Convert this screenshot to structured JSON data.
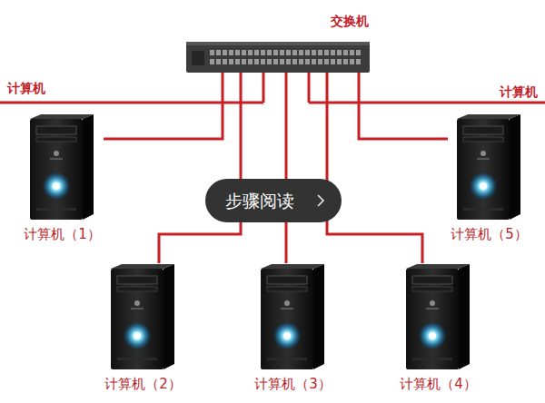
{
  "diagram": {
    "nodes": [
      {
        "text": [
          "交换机"
        ]
      },
      {
        "text": [
          "计算机（1）"
        ]
      },
      {
        "text": [
          "计算机（2）"
        ]
      },
      {
        "text": [
          "计算机（3）"
        ]
      },
      {
        "text": [
          "计算机（4）"
        ]
      },
      {
        "text": [
          "计算机（5）"
        ]
      },
      {
        "text": [
          "步骤阅读"
        ]
      }
    ],
    "edges": [
      {
        "from": 0,
        "to": 1,
        "arrow": "none"
      },
      {
        "from": 0,
        "to": 2,
        "arrow": "none"
      },
      {
        "from": 0,
        "to": 3,
        "arrow": "none"
      },
      {
        "from": 0,
        "to": 4,
        "arrow": "none"
      },
      {
        "from": 0,
        "to": 5,
        "arrow": "none"
      }
    ],
    "labels": [
      "计算机",
      "计算机"
    ]
  }
}
